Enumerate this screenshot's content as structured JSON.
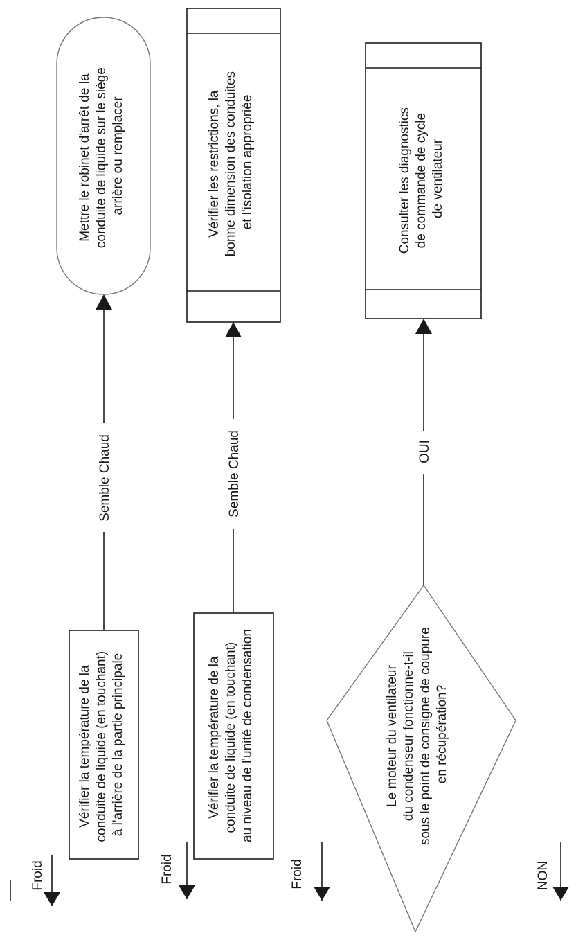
{
  "nodes": {
    "check_main": {
      "lines": [
        "Vérifier la température de la",
        "conduite de liquide (en touchant)",
        "à l'arrière de la partie principale"
      ]
    },
    "check_condensing": {
      "lines": [
        "Vérifier la température de la",
        "conduite de liquide (en touchant)",
        "au niveau de l'unité de condensation"
      ]
    },
    "fan_question": {
      "lines": [
        "Le moteur du ventilateur",
        "du condenseur fonctionne-t-il",
        "sous le point de consigne de coupure",
        "en récupération?"
      ]
    },
    "shutoff_valve": {
      "lines": [
        "Mettre le robinet d'arrêt de la",
        "conduite de liquide sur le siège",
        "arrière ou remplacer"
      ]
    },
    "restrictions": {
      "lines": [
        "Vérifier les restrictions, la",
        "bonne dimension des conduites",
        "et l'isolation appropriée"
      ]
    },
    "fan_cycle": {
      "lines": [
        "Consulter les diagnostics",
        "de commande de cycle",
        "de ventilateur"
      ]
    }
  },
  "edges": {
    "froid_1": "Froid",
    "froid_2": "Froid",
    "froid_3": "Froid",
    "non": "NON",
    "chaud_1": "Semble Chaud",
    "chaud_2": "Semble Chaud",
    "oui": "OUI"
  }
}
